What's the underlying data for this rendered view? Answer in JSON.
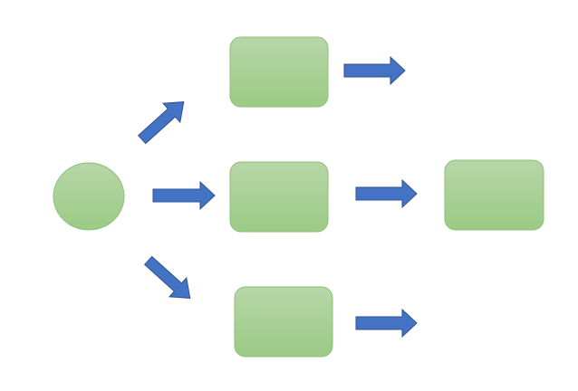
{
  "diagram": {
    "colors": {
      "shape_fill_top": "#B7D6A8",
      "shape_fill_bottom": "#9BCB84",
      "shape_stroke": "#8DBF77",
      "arrow_fill": "#4472C4",
      "arrow_stroke": "#2F528F",
      "background": "#FFFFFF"
    },
    "nodes": [
      {
        "id": "start",
        "shape": "ellipse",
        "icon": "circle"
      },
      {
        "id": "top",
        "shape": "rounded-rectangle"
      },
      {
        "id": "middle",
        "shape": "rounded-rectangle"
      },
      {
        "id": "bottom",
        "shape": "rounded-rectangle"
      },
      {
        "id": "end",
        "shape": "rounded-rectangle"
      }
    ],
    "arrows": [
      {
        "id": "start-to-top",
        "direction": "up-right"
      },
      {
        "id": "start-to-middle",
        "direction": "right"
      },
      {
        "id": "start-to-bottom",
        "direction": "down-right"
      },
      {
        "id": "top-out",
        "direction": "right"
      },
      {
        "id": "middle-to-end",
        "direction": "right"
      },
      {
        "id": "bottom-out",
        "direction": "right"
      }
    ]
  }
}
